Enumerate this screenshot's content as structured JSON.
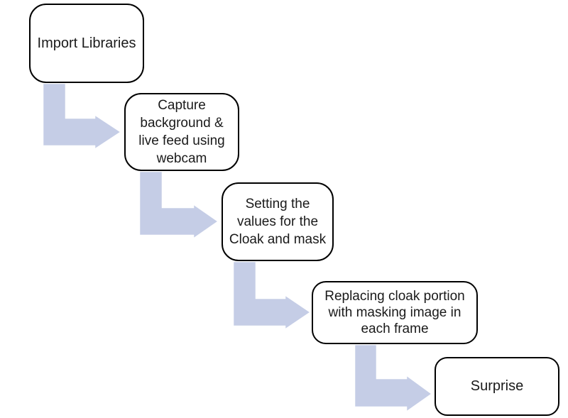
{
  "diagram": {
    "type": "flowchart",
    "background": "#ffffff",
    "nodes": [
      {
        "id": "step-1",
        "label": "Import Libraries"
      },
      {
        "id": "step-2",
        "label": "Capture\nbackground &\nlive feed using\nwebcam"
      },
      {
        "id": "step-3",
        "label": "Setting the\nvalues for the\nCloak and mask"
      },
      {
        "id": "step-4",
        "label": "Replacing cloak portion\nwith masking image in\neach frame"
      },
      {
        "id": "step-5",
        "label": "Surprise"
      }
    ],
    "connectors": [
      {
        "from": "step-1",
        "to": "step-2",
        "shape": "bent-arrow-down-right"
      },
      {
        "from": "step-2",
        "to": "step-3",
        "shape": "bent-arrow-down-right"
      },
      {
        "from": "step-3",
        "to": "step-4",
        "shape": "bent-arrow-down-right"
      },
      {
        "from": "step-4",
        "to": "step-5",
        "shape": "bent-arrow-down-right"
      }
    ],
    "colors": {
      "node_fill": "#ffffff",
      "node_border": "#000000",
      "text": "#1a1a1a",
      "arrow_fill": "#c5cde6",
      "arrow_outline": "#ffffff"
    }
  }
}
